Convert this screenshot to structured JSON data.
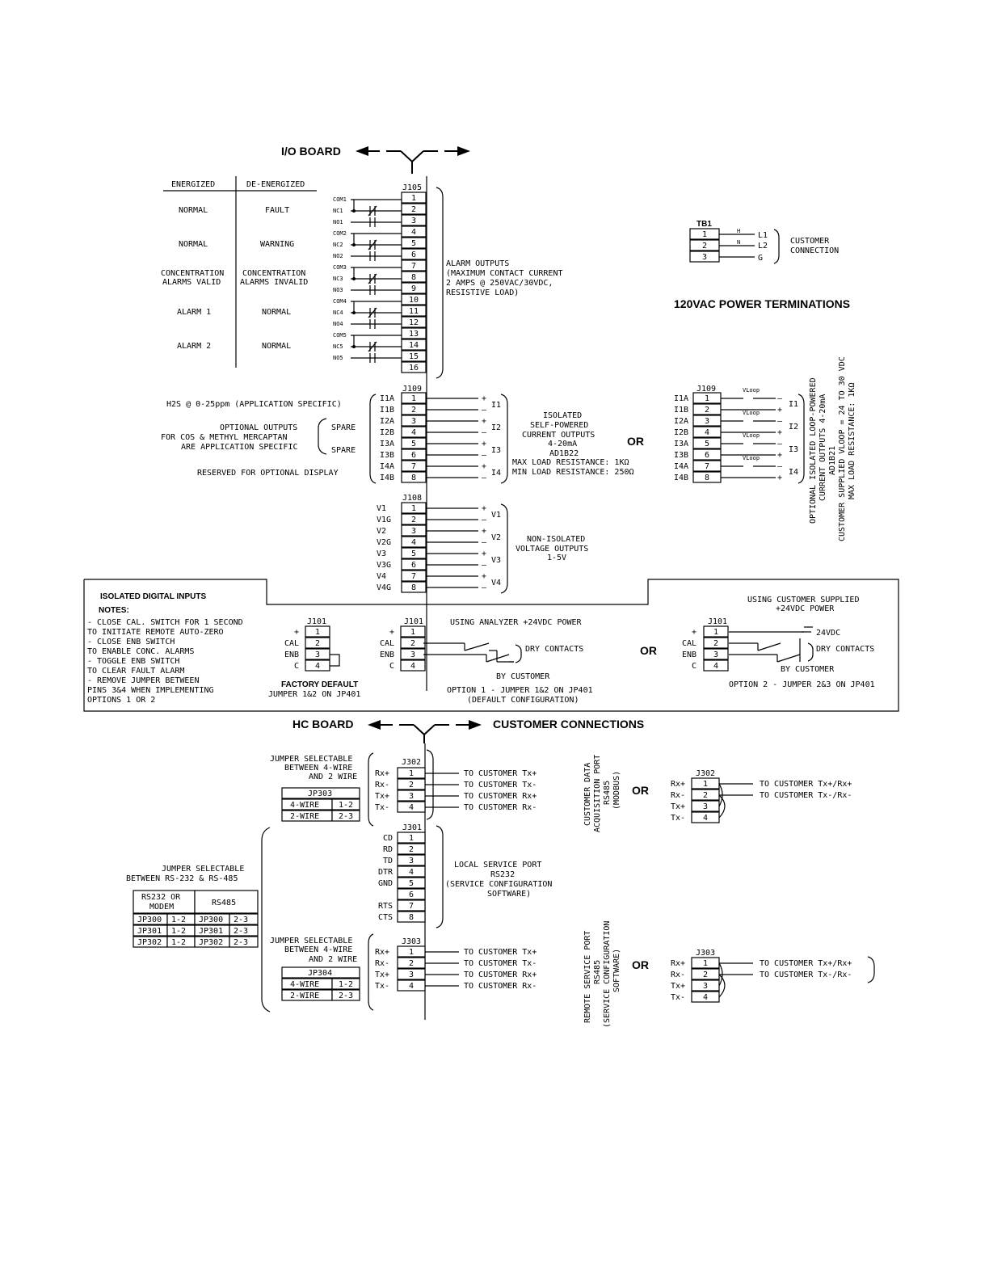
{
  "headers": {
    "io_board": "I/O BOARD",
    "hc_board": "HC BOARD",
    "customer_connections": "CUSTOMER CONNECTIONS",
    "power_terminations": "120VAC POWER TERMINATIONS",
    "isolated_digital_inputs": "ISOLATED DIGITAL INPUTS",
    "or": "OR"
  },
  "alarm_table": {
    "col_energized": "ENERGIZED",
    "col_deenergized": "DE-ENERGIZED",
    "rows": [
      [
        "NORMAL",
        "FAULT"
      ],
      [
        "NORMAL",
        "WARNING"
      ],
      [
        "CONCENTRATION",
        "CONCENTRATION"
      ],
      [
        "ALARMS VALID",
        "ALARMS INVALID"
      ],
      [
        "ALARM 1",
        "NORMAL"
      ],
      [
        "ALARM 2",
        "NORMAL"
      ]
    ]
  },
  "j105": {
    "name": "J105",
    "pins": [
      "1",
      "2",
      "3",
      "4",
      "5",
      "6",
      "7",
      "8",
      "9",
      "10",
      "11",
      "12",
      "13",
      "14",
      "15",
      "16"
    ],
    "contacts": [
      "COM1",
      "NC1",
      "NO1",
      "COM2",
      "NC2",
      "NO2",
      "COM3",
      "NC3",
      "NO3",
      "COM4",
      "NC4",
      "NO4",
      "COM5",
      "NC5",
      "NO5"
    ],
    "desc": [
      "ALARM OUTPUTS",
      "(MAXIMUM CONTACT CURRENT",
      "2 AMPS @ 250VAC/30VDC,",
      "RESISTIVE LOAD)"
    ]
  },
  "tb1": {
    "name": "TB1",
    "pins": [
      "1",
      "2",
      "3"
    ],
    "wires": [
      "H",
      "N"
    ],
    "terms": [
      "L1",
      "L2",
      "G"
    ],
    "desc": [
      "CUSTOMER",
      "CONNECTION"
    ]
  },
  "j109": {
    "name": "J109",
    "pins": [
      "1",
      "2",
      "3",
      "4",
      "5",
      "6",
      "7",
      "8"
    ],
    "signals": [
      "I1A",
      "I1B",
      "I2A",
      "I2B",
      "I3A",
      "I3B",
      "I4A",
      "I4B"
    ],
    "out_labels": [
      "I1",
      "I2",
      "I3",
      "I4"
    ],
    "h2s": "H2S @ 0-25ppm (APPLICATION SPECIFIC)",
    "optional": [
      "OPTIONAL OUTPUTS",
      "FOR COS & METHYL MERCAPTAN",
      "ARE APPLICATION SPECIFIC"
    ],
    "spare": "SPARE",
    "reserved": "RESERVED FOR OPTIONAL DISPLAY",
    "desc": [
      "ISOLATED",
      "SELF-POWERED",
      "CURRENT OUTPUTS",
      "4-20mA",
      "AD1B22",
      "MAX LOAD RESISTANCE: 1KΩ",
      "MIN LOAD RESISTANCE: 250Ω"
    ],
    "vloop": "VLoop",
    "alt_desc": [
      "OPTIONAL ISOLATED LOOP-POWERED",
      "CURRENT OUTPUTS 4-20mA",
      "AD1B21",
      "CUSTOMER SUPPLIED VLOOP = 24 TO 30 VDC",
      "MAX LOAD RESISTANCE: 1KΩ"
    ]
  },
  "j108": {
    "name": "J108",
    "pins": [
      "1",
      "2",
      "3",
      "4",
      "5",
      "6",
      "7",
      "8"
    ],
    "signals": [
      "V1",
      "V1G",
      "V2",
      "V2G",
      "V3",
      "V3G",
      "V4",
      "V4G"
    ],
    "out_labels": [
      "V1",
      "V2",
      "V3",
      "V4"
    ],
    "desc": [
      "NON-ISOLATED",
      "VOLTAGE OUTPUTS",
      "1-5V"
    ]
  },
  "digital": {
    "notes_title": "NOTES:",
    "notes": [
      "- CLOSE CAL. SWITCH FOR 1 SECOND",
      "  TO INITIATE REMOTE AUTO-ZERO",
      "- CLOSE ENB SWITCH",
      "  TO ENABLE CONC. ALARMS",
      "- TOGGLE ENB SWITCH",
      "  TO CLEAR FAULT ALARM",
      "- REMOVE JUMPER BETWEEN",
      "  PINS 3&4 WHEN IMPLEMENTING",
      "  OPTIONS 1 OR 2"
    ],
    "j101": "J101",
    "pins": [
      "1",
      "2",
      "3",
      "4"
    ],
    "signals": [
      "+",
      "CAL",
      "ENB",
      "C"
    ],
    "factory_default": [
      "FACTORY DEFAULT",
      "JUMPER 1&2 ON JP401"
    ],
    "option1_title": "USING ANALYZER +24VDC POWER",
    "dry_contacts": "DRY CONTACTS",
    "by_customer": "BY CUSTOMER",
    "option1": [
      "OPTION 1 - JUMPER 1&2 ON JP401",
      "(DEFAULT CONFIGURATION)"
    ],
    "option2_title": [
      "USING CUSTOMER SUPPLIED",
      "+24VDC POWER"
    ],
    "v24": "24VDC",
    "option2": "OPTION 2 - JUMPER 2&3 ON JP401"
  },
  "j302": {
    "name": "J302",
    "pins": [
      "1",
      "2",
      "3",
      "4"
    ],
    "signals": [
      "Rx+",
      "Rx-",
      "Tx+",
      "Tx-"
    ],
    "to": [
      "TO CUSTOMER Tx+",
      "TO CUSTOMER Tx-",
      "TO CUSTOMER Rx+",
      "TO CUSTOMER Rx-"
    ],
    "jumper_title": [
      "JUMPER SELECTABLE",
      "BETWEEN 4-WIRE",
      "AND 2 WIRE"
    ],
    "jp": "JP303",
    "jp_rows": [
      [
        "4-WIRE",
        "1-2"
      ],
      [
        "2-WIRE",
        "2-3"
      ]
    ],
    "vert": [
      "CUSTOMER DATA",
      "ACQUISITION PORT",
      "RS485",
      "(MODBUS)"
    ],
    "alt_to": [
      "TO CUSTOMER Tx+/Rx+",
      "TO CUSTOMER Tx-/Rx-"
    ]
  },
  "j301": {
    "name": "J301",
    "pins": [
      "1",
      "2",
      "3",
      "4",
      "5",
      "6",
      "7",
      "8"
    ],
    "signals": [
      "CD",
      "RD",
      "TD",
      "DTR",
      "GND",
      "",
      "RTS",
      "CTS"
    ],
    "desc": [
      "LOCAL SERVICE PORT",
      "RS232",
      "(SERVICE CONFIGURATION",
      "SOFTWARE)"
    ],
    "jumper_title": [
      "JUMPER SELECTABLE",
      "BETWEEN RS-232 & RS-485"
    ],
    "table_head": [
      "RS232 OR",
      "MODEM",
      "RS485"
    ],
    "table_rows": [
      [
        "JP300",
        "1-2",
        "JP300",
        "2-3"
      ],
      [
        "JP301",
        "1-2",
        "JP301",
        "2-3"
      ],
      [
        "JP302",
        "1-2",
        "JP302",
        "2-3"
      ]
    ]
  },
  "j303": {
    "name": "J303",
    "pins": [
      "1",
      "2",
      "3",
      "4"
    ],
    "signals": [
      "Rx+",
      "Rx-",
      "Tx+",
      "Tx-"
    ],
    "to": [
      "TO CUSTOMER Tx+",
      "TO CUSTOMER Tx-",
      "TO CUSTOMER Rx+",
      "TO CUSTOMER Rx-"
    ],
    "jumper_title": [
      "JUMPER SELECTABLE",
      "BETWEEN 4-WIRE",
      "AND 2 WIRE"
    ],
    "jp": "JP304",
    "jp_rows": [
      [
        "4-WIRE",
        "1-2"
      ],
      [
        "2-WIRE",
        "2-3"
      ]
    ],
    "vert": [
      "REMOTE SERVICE PORT",
      "RS485",
      "(SERVICE CONFIGURATION",
      "SOFTWARE)"
    ],
    "alt_to": [
      "TO CUSTOMER Tx+/Rx+",
      "TO CUSTOMER Tx-/Rx-"
    ]
  }
}
